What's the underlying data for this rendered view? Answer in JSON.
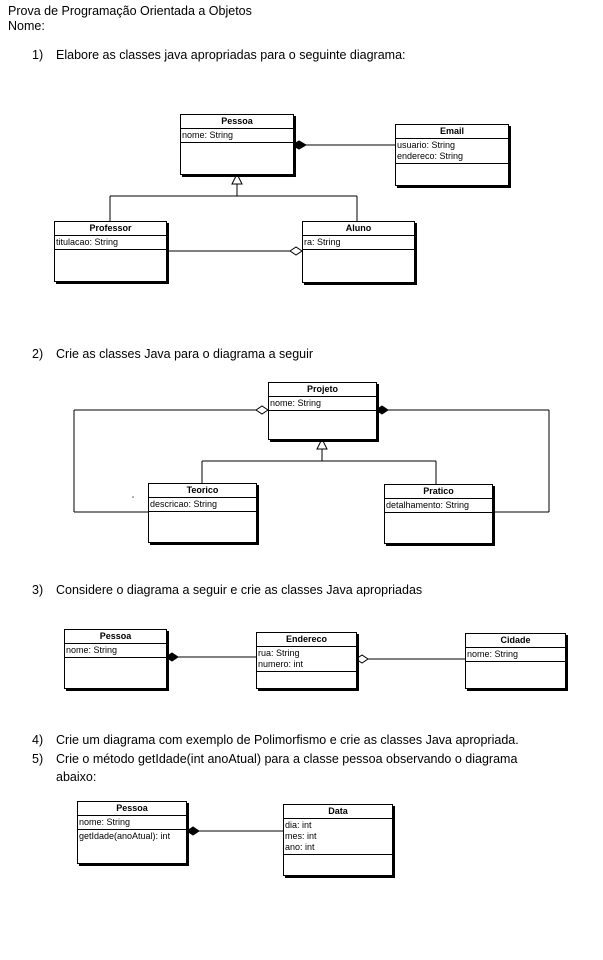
{
  "header": {
    "title": "Prova de Programação Orientada a Objetos",
    "name_label": "Nome:"
  },
  "questions": [
    {
      "num": "1)",
      "text": "Elabore as classes java apropriadas para o seguinte diagrama:"
    },
    {
      "num": "2)",
      "text": "Crie as classes Java para o diagrama a seguir"
    },
    {
      "num": "3)",
      "text": "Considere o diagrama a seguir e crie as classes Java apropriadas"
    },
    {
      "num": "4)",
      "text": "Crie um diagrama com exemplo de Polimorfismo e crie as classes Java apropriada."
    },
    {
      "num": "5)",
      "text": "Crie o método getIdade(int anoAtual) para a classe pessoa observando o diagrama abaixo:"
    }
  ],
  "diagram1": {
    "pessoa": {
      "name": "Pessoa",
      "attrs": [
        "nome: String"
      ]
    },
    "email": {
      "name": "Email",
      "attrs": [
        "usuario: String",
        "endereco: String"
      ]
    },
    "professor": {
      "name": "Professor",
      "attrs": [
        "titulacao: String"
      ]
    },
    "aluno": {
      "name": "Aluno",
      "attrs": [
        "ra: String"
      ]
    }
  },
  "diagram2": {
    "projeto": {
      "name": "Projeto",
      "attrs": [
        "nome: String"
      ]
    },
    "teorico": {
      "name": "Teorico",
      "attrs": [
        "descricao: String"
      ]
    },
    "pratico": {
      "name": "Pratico",
      "attrs": [
        "detalhamento: String"
      ]
    }
  },
  "diagram3": {
    "pessoa": {
      "name": "Pessoa",
      "attrs": [
        "nome: String"
      ]
    },
    "endereco": {
      "name": "Endereco",
      "attrs": [
        "rua: String",
        "numero: int"
      ]
    },
    "cidade": {
      "name": "Cidade",
      "attrs": [
        "nome: String"
      ]
    }
  },
  "diagram5": {
    "pessoa": {
      "name": "Pessoa",
      "attrs": [
        "nome: String"
      ],
      "methods": [
        "getIdade(anoAtual): int"
      ]
    },
    "data": {
      "name": "Data",
      "attrs": [
        "dia: int",
        "mes: int",
        "ano: int"
      ]
    }
  }
}
